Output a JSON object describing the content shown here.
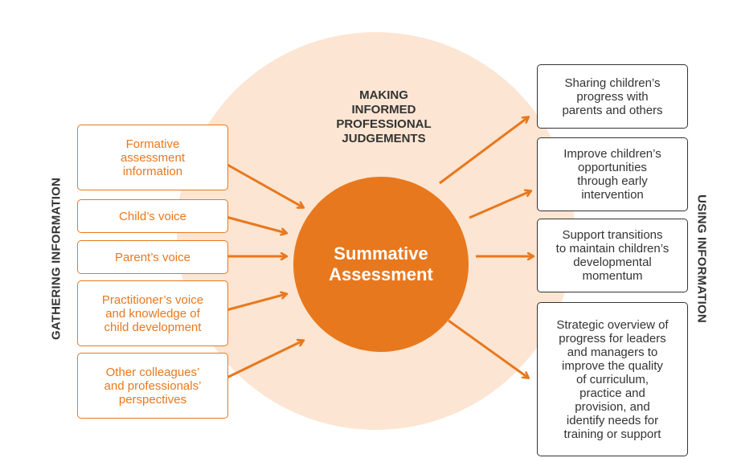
{
  "top_label": "MAKING\nINFORMED\nPROFESSIONAL\nJUDGEMENTS",
  "center_label": "Summative\nAssessment",
  "left_side_label": "GATHERING INFORMATION",
  "right_side_label": "USING INFORMATION",
  "inputs": [
    "Formative\nassessment\ninformation",
    "Child’s voice",
    "Parent’s voice",
    "Practitioner’s voice\nand knowledge of\nchild development",
    "Other colleagues’\nand professionals’\nperspectives"
  ],
  "outputs": [
    "Sharing children’s\nprogress with\nparents and others",
    "Improve children’s\nopportunities\nthrough early\nintervention",
    "Support transitions\nto maintain children’s\ndevelopmental\nmomentum",
    "Strategic overview of\nprogress for leaders\nand managers to\nimprove  the quality\nof curriculum,\npractice and\nprovision, and\nidentify needs for\ntraining or support"
  ],
  "colors": {
    "accent": "#e8781e",
    "halo": "#fce5d2",
    "text": "#333333",
    "box_border_dark": "#333333"
  }
}
